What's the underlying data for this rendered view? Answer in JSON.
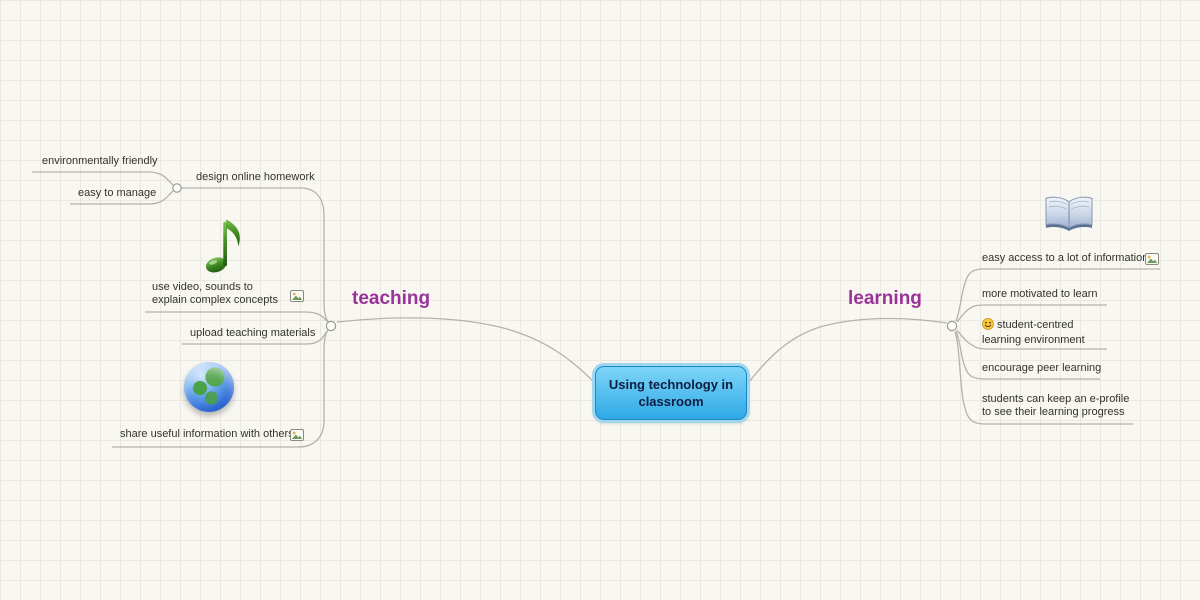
{
  "root": {
    "label": "Using technology in classroom"
  },
  "teaching": {
    "label": "teaching",
    "children": [
      {
        "label": "design online homework",
        "children": [
          {
            "label": "environmentally friendly"
          },
          {
            "label": "easy to manage"
          }
        ]
      },
      {
        "label": "use video, sounds to explain complex concepts",
        "icon": "music-note",
        "attachment": "image"
      },
      {
        "label": "upload teaching materials"
      },
      {
        "label": "share useful information with others",
        "icon": "globe",
        "attachment": "image"
      }
    ]
  },
  "learning": {
    "label": "learning",
    "children": [
      {
        "label": "easy access to a lot of information",
        "icon": "open-book",
        "attachment": "image"
      },
      {
        "label": "more motivated to learn"
      },
      {
        "label": "student-centred learning environment",
        "emoji": "smiley"
      },
      {
        "label": "encourage peer learning"
      },
      {
        "label": "students can keep an e-profile to see their learning progress"
      }
    ]
  },
  "colors": {
    "branch_label": "#993399",
    "root_fill_top": "#7ed5f8",
    "root_fill_bottom": "#2fa9e6",
    "root_border": "#1b86c2",
    "connector_line": "#b4b3a9"
  }
}
